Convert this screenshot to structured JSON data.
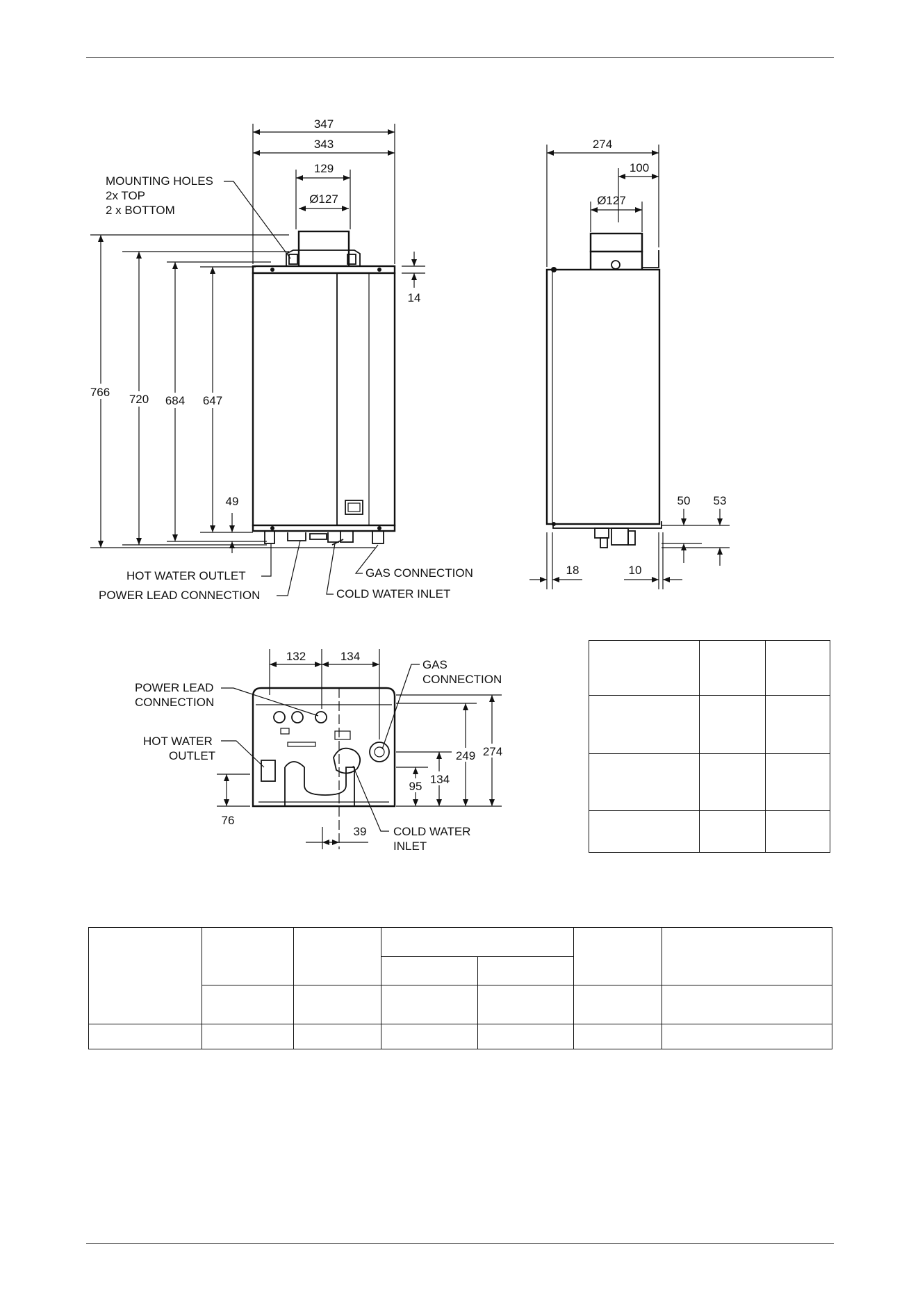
{
  "front_view": {
    "dims": {
      "w347": "347",
      "w343": "343",
      "w129": "129",
      "d127": "Ø127",
      "h766": "766",
      "h720": "720",
      "h684": "684",
      "h647": "647",
      "h49": "49",
      "h14": "14"
    },
    "labels": {
      "mounting_1": "MOUNTING HOLES",
      "mounting_2": "2x TOP",
      "mounting_3": "2 x BOTTOM",
      "hot_water_outlet": "HOT WATER OUTLET",
      "power_lead": "POWER LEAD CONNECTION",
      "gas_connection": "GAS CONNECTION",
      "cold_water_inlet": "COLD WATER INLET"
    }
  },
  "side_view": {
    "dims": {
      "w274": "274",
      "w100": "100",
      "d127": "Ø127",
      "h50": "50",
      "h53": "53",
      "w18": "18",
      "w10": "10"
    }
  },
  "bottom_view": {
    "dims": {
      "w132": "132",
      "w134": "134",
      "h249": "249",
      "h274": "274",
      "h95": "95",
      "h134": "134",
      "h76": "76",
      "w39": "39"
    },
    "labels": {
      "power_1": "POWER LEAD",
      "power_2": "CONNECTION",
      "hot_1": "HOT WATER",
      "hot_2": "OUTLET",
      "gas_1": "GAS",
      "gas_2": "CONNECTION",
      "cold_1": "COLD WATER",
      "cold_2": "INLET"
    }
  }
}
